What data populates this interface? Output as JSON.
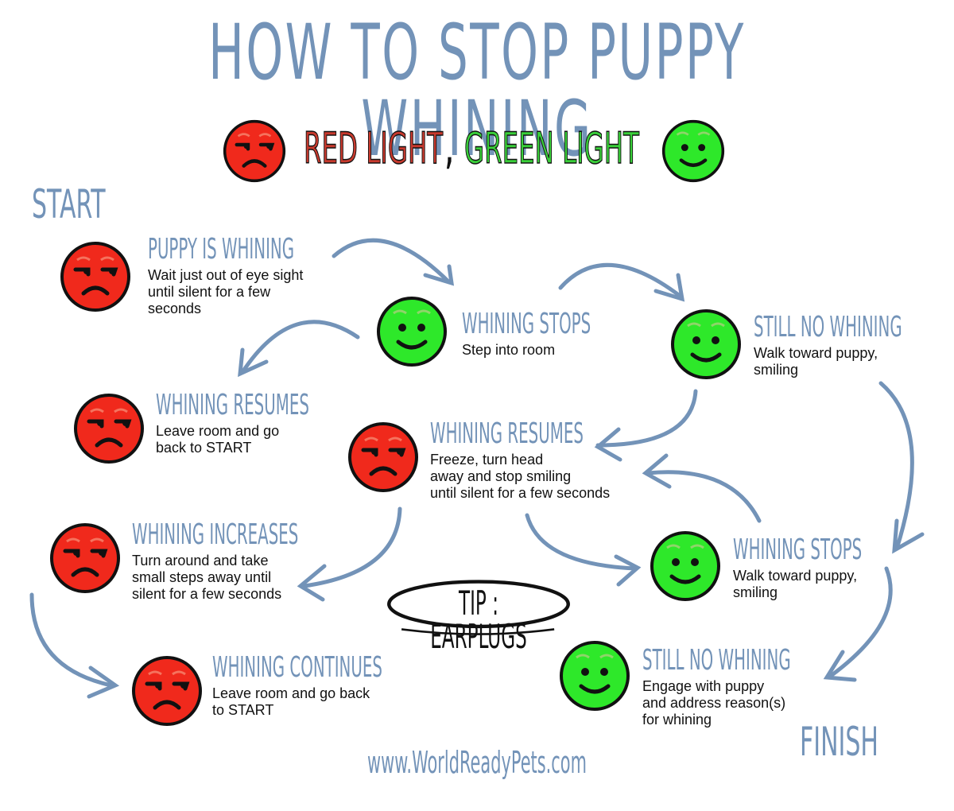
{
  "title": "HOW TO STOP PUPPY WHINING",
  "subtitle": {
    "red_part": "RED LIGHT",
    "separator": ",",
    "green_part": "GREEN LIGHT",
    "red_color": "#c83a2e",
    "green_color": "#3ad03a"
  },
  "start_label": "START",
  "finish_label": "FINISH",
  "tip": "TIP : EARPLUGS",
  "website": "www.WorldReadyPets.com",
  "colors": {
    "accent_blue": "#7393b8",
    "face_red": "#f0291c",
    "face_green": "#2ee82a"
  },
  "nodes": [
    {
      "id": "puppy-is-whining",
      "face": "red",
      "heading": "PUPPY IS WHINING",
      "description": "Wait just out of eye sight\nuntil silent for a few\nseconds"
    },
    {
      "id": "whining-stops-1",
      "face": "green",
      "heading": "WHINING STOPS",
      "description": "Step into room"
    },
    {
      "id": "still-no-whining-1",
      "face": "green",
      "heading": "STILL NO WHINING",
      "description": "Walk toward puppy,\nsmiling"
    },
    {
      "id": "whining-resumes-1",
      "face": "red",
      "heading": "WHINING RESUMES",
      "description": "Leave room and go\nback to START"
    },
    {
      "id": "whining-resumes-2",
      "face": "red",
      "heading": "WHINING RESUMES",
      "description": "Freeze, turn head\naway and stop smiling\nuntil silent for a few seconds"
    },
    {
      "id": "whining-increases",
      "face": "red",
      "heading": "WHINING INCREASES",
      "description": "Turn around and take\nsmall steps away until\nsilent for a few seconds"
    },
    {
      "id": "whining-stops-2",
      "face": "green",
      "heading": "WHINING STOPS",
      "description": "Walk toward puppy,\nsmiling"
    },
    {
      "id": "whining-continues",
      "face": "red",
      "heading": "WHINING CONTINUES",
      "description": "Leave room and go back\nto START"
    },
    {
      "id": "still-no-whining-2",
      "face": "green",
      "heading": "STILL NO WHINING",
      "description": "Engage with puppy\nand address reason(s)\nfor whining"
    }
  ]
}
